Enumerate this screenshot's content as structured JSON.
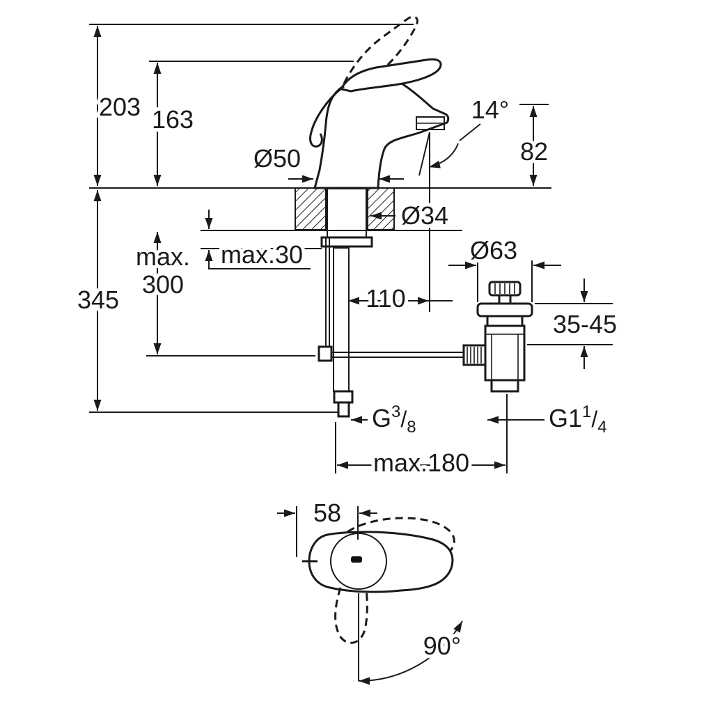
{
  "drawing": {
    "dims": {
      "overall_height": "203",
      "body_height": "163",
      "base_diameter": "Ø50",
      "spout_angle": "14°",
      "spout_outlet_height": "82",
      "hole_diameter": "Ø34",
      "max_deck_thickness": "max.30",
      "max_hose_word": "max.",
      "max_hose_length": "300",
      "hose_overall_length": "345",
      "spout_projection": "110",
      "waste_flange_diameter": "Ø63",
      "waste_mount_range": "35-45",
      "rod_max_reach": "max.180",
      "handle_plan_width": "58",
      "handle_swivel_angle": "90°",
      "supply_thread": {
        "prefix": "G",
        "sup": "3",
        "slash": "/",
        "sub": "8"
      },
      "waste_thread": {
        "prefix": "G1",
        "sup": "1",
        "slash": "/",
        "sub": "4"
      }
    },
    "colors": {
      "line": "#1a1a1a",
      "background": "#ffffff"
    }
  }
}
